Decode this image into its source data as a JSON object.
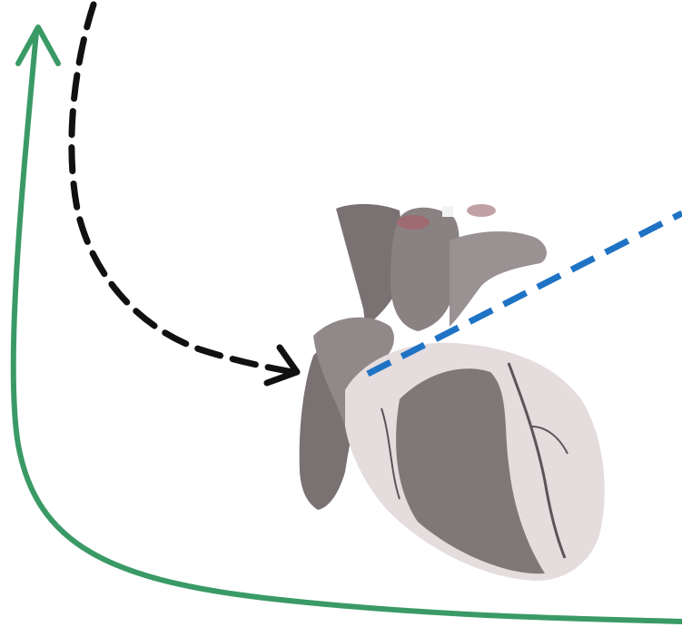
{
  "diagram": {
    "background": "#ffffff",
    "colors": {
      "green_axis": "#3a9a66",
      "black_arrow": "#111111",
      "blue_line": "#1f73c4",
      "heart_dark": "#6e6566",
      "heart_mid": "#8a8183",
      "heart_light": "#e4dcdd",
      "vessel_red": "#a4646a"
    },
    "elements": {
      "green_axis_arrow": {
        "icon": "curved-arrow-up",
        "stroke": "solid"
      },
      "black_arrow": {
        "icon": "dashed-curved-arrow",
        "stroke": "dashed"
      },
      "blue_line": {
        "icon": "dashed-line",
        "stroke": "dashed"
      },
      "heart_illustration": {
        "icon": "anatomical-heart-icon"
      }
    }
  }
}
